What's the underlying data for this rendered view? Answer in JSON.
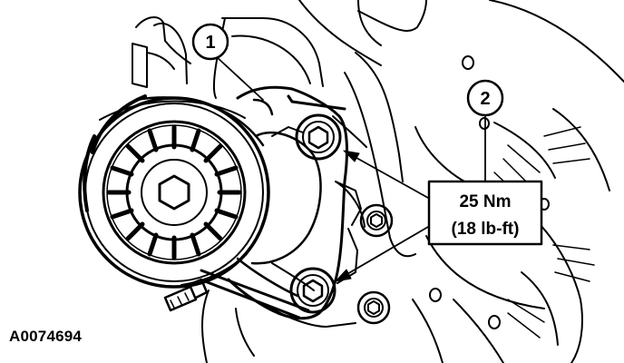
{
  "callouts": {
    "first": "1",
    "second": "2"
  },
  "torque": {
    "metric": "25 Nm",
    "imperial": "(18 lb-ft)"
  },
  "figure_id": "A0074694",
  "colors": {
    "line": "#000000",
    "background": "#ffffff"
  }
}
